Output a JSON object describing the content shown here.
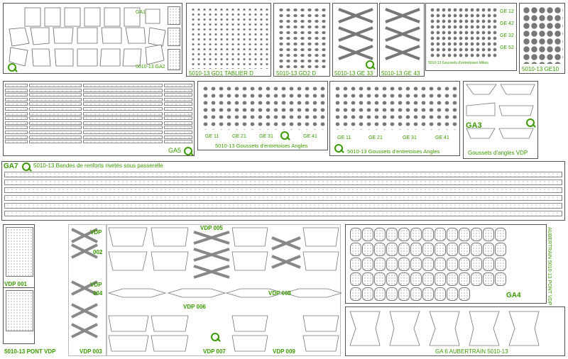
{
  "sheets": {
    "ga1": {
      "name": "GA1",
      "code": "5010-13 GA2"
    },
    "gd1": {
      "label": "5010-13 GD1 TABLIER D"
    },
    "gd2": {
      "label": "5010-13  GD2 D"
    },
    "ge33": {
      "label": "5010-13 GE 33"
    },
    "ge43": {
      "label": "5010-13 GE 43"
    },
    "ge_milieu": {
      "tags": [
        "GE 12",
        "GE 42",
        "GE 32",
        "GE 52"
      ],
      "caption": "5010-13 Goussets d'entretoises Milieu"
    },
    "ge10": {
      "label": "5010-13 GE10"
    },
    "ga5": {
      "label": "GA5"
    },
    "angles_a": {
      "tags": [
        "GE 11",
        "GE 21",
        "GE 31",
        "GE 41"
      ],
      "caption": "5010-13 Goussets d'entretoises Angles"
    },
    "angles_b": {
      "tags": [
        "GE 11",
        "GE 21",
        "GE 31",
        "GE 41"
      ],
      "caption": "5010-13 Goussets d'entretoises Angles"
    },
    "ga3": {
      "name": "GA3",
      "caption": "Goussets d'angles VDP"
    },
    "ga7": {
      "name": "GA7",
      "caption": "5010-13 Bandes de renforts rivetés sous passerelle"
    },
    "vdp": {
      "vdp001": "VDP 001",
      "vdp002_a": "VDP",
      "vdp002_b": "002",
      "vdp003": "VDP 003",
      "vdp004_a": "VDP",
      "vdp004_b": "004",
      "vdp005": "VDP 005",
      "vdp006": "VDP 006",
      "vdp007": "VDP 007",
      "vdp008": "VDP 008",
      "vdp009": "VDP 009",
      "pont": "5010-13 PONT VDP"
    },
    "ga4": {
      "name": "GA4",
      "vertical": "AUBERTRAIN 5010-13 PONT VDP"
    },
    "ga6": {
      "caption": "GA 6 AUBERTRAIN 5010-13"
    }
  },
  "colors": {
    "accent": "#3a9a00",
    "line": "#555555"
  },
  "icons": {
    "logo": "aubertrain-logo-icon"
  }
}
